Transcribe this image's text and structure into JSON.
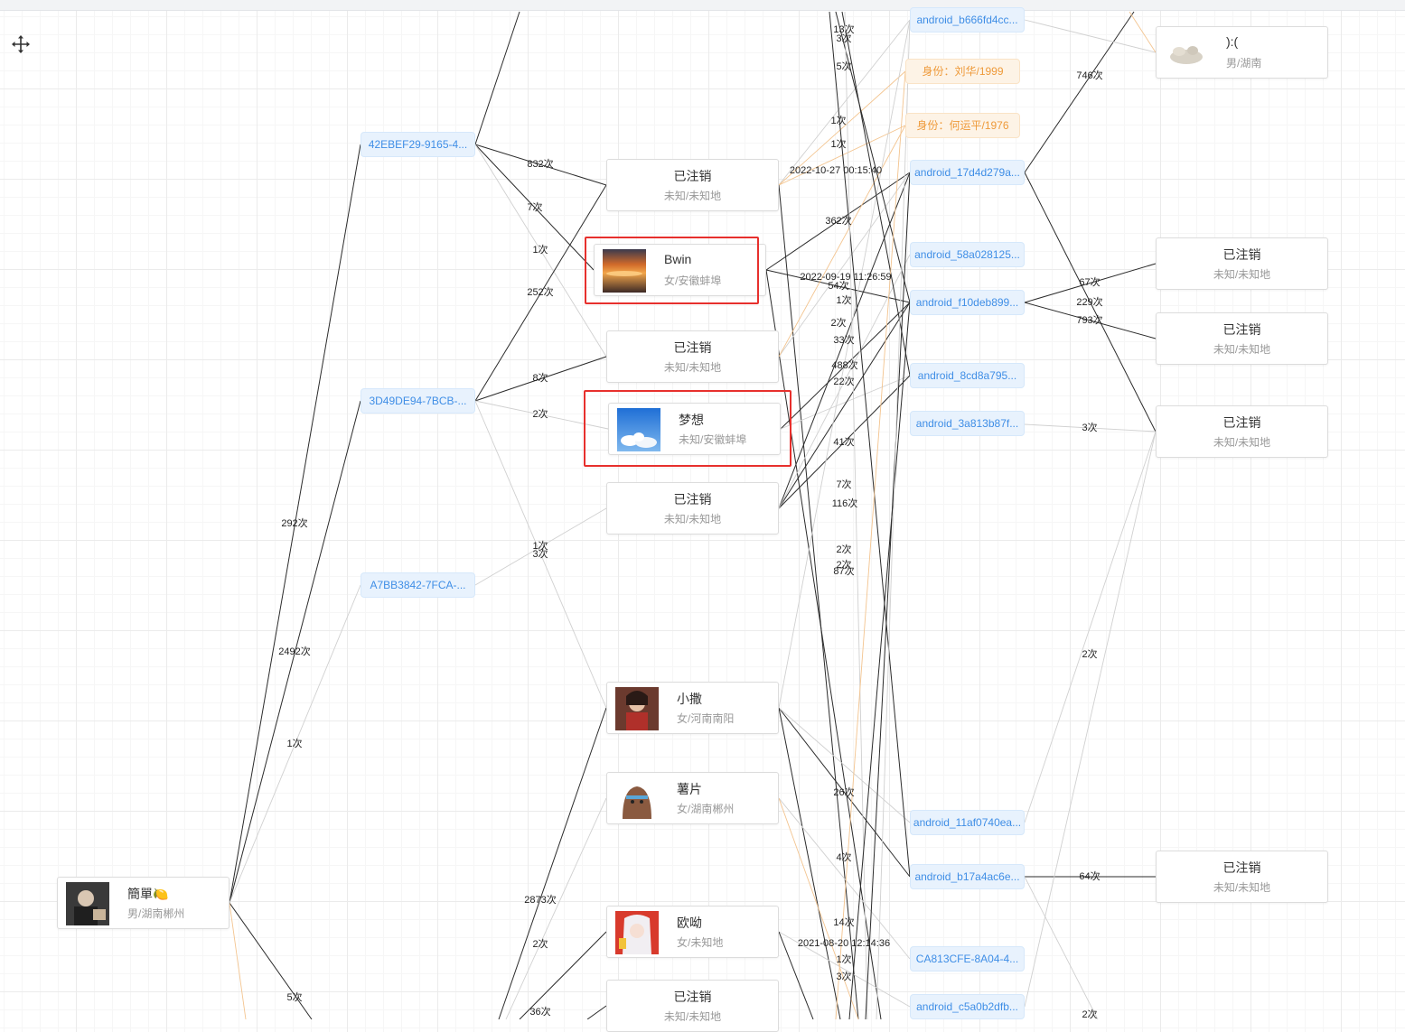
{
  "id_nodes": [
    {
      "key": "id1",
      "label": "42EBEF29-9165-4..."
    },
    {
      "key": "id2",
      "label": "3D49DE94-7BCB-..."
    },
    {
      "key": "id3",
      "label": "A7BB3842-7FCA-..."
    },
    {
      "key": "a1",
      "label": "android_b666fd4cc..."
    },
    {
      "key": "a2",
      "label": "android_17d4d279a..."
    },
    {
      "key": "a3",
      "label": "android_58a028125..."
    },
    {
      "key": "a4",
      "label": "android_f10deb899..."
    },
    {
      "key": "a5",
      "label": "android_8cd8a795..."
    },
    {
      "key": "a6",
      "label": "android_3a813b87f..."
    },
    {
      "key": "a7",
      "label": "android_11af0740ea..."
    },
    {
      "key": "a8",
      "label": "android_b17a4ac6e..."
    },
    {
      "key": "a9",
      "label": "CA813CFE-8A04-4..."
    },
    {
      "key": "a10",
      "label": "android_c5a0b2dfb..."
    }
  ],
  "tag_nodes": [
    {
      "key": "t1",
      "label": "身份：刘华/1999"
    },
    {
      "key": "t2",
      "label": "身份：何运平/1976"
    }
  ],
  "person_nodes": [
    {
      "key": "p0",
      "name": "簡單🍋",
      "sub": "男/湖南郴州",
      "avatar": "photo-man"
    },
    {
      "key": "p1",
      "name": "已注销",
      "sub": "未知/未知地"
    },
    {
      "key": "p2",
      "name": "Bwin",
      "sub": "女/安徽蚌埠",
      "avatar": "sunset-photo"
    },
    {
      "key": "p3",
      "name": "已注销",
      "sub": "未知/未知地"
    },
    {
      "key": "p4",
      "name": "梦想",
      "sub": "未知/安徽蚌埠",
      "avatar": "sky-photo"
    },
    {
      "key": "p5",
      "name": "已注销",
      "sub": "未知/未知地"
    },
    {
      "key": "p6",
      "name": "小撒",
      "sub": "女/河南南阳",
      "avatar": "costume-girl"
    },
    {
      "key": "p7",
      "name": "薯片",
      "sub": "女/湖南郴州",
      "avatar": "bear-cartoon"
    },
    {
      "key": "p8",
      "name": "欧呦",
      "sub": "女/未知地",
      "avatar": "anime-girl"
    },
    {
      "key": "p9",
      "name": "已注销",
      "sub": "未知/未知地"
    },
    {
      "key": "p10",
      "name": "):(",
      "sub": "男/湖南",
      "avatar": "plush-toy"
    },
    {
      "key": "p11",
      "name": "已注销",
      "sub": "未知/未知地"
    },
    {
      "key": "p12",
      "name": "已注销",
      "sub": "未知/未知地"
    },
    {
      "key": "p13",
      "name": "已注销",
      "sub": "未知/未知地"
    },
    {
      "key": "p14",
      "name": "已注销",
      "sub": "未知/未知地"
    }
  ],
  "edge_labels": [
    {
      "key": "e1",
      "text": "292次"
    },
    {
      "key": "e2",
      "text": "2492次"
    },
    {
      "key": "e3",
      "text": "1次"
    },
    {
      "key": "e4",
      "text": "5次"
    },
    {
      "key": "e5",
      "text": "832次"
    },
    {
      "key": "e6",
      "text": "7次"
    },
    {
      "key": "e7",
      "text": "1次"
    },
    {
      "key": "e8",
      "text": "252次"
    },
    {
      "key": "e9",
      "text": "8次"
    },
    {
      "key": "e10",
      "text": "2次"
    },
    {
      "key": "e11",
      "text": "1次"
    },
    {
      "key": "e12",
      "text": "3次"
    },
    {
      "key": "e13",
      "text": "2873次"
    },
    {
      "key": "e14",
      "text": "2次"
    },
    {
      "key": "e15",
      "text": "36次"
    },
    {
      "key": "e16",
      "text": "13次"
    },
    {
      "key": "e17",
      "text": "3次"
    },
    {
      "key": "e18",
      "text": "5次"
    },
    {
      "key": "e19",
      "text": "1次"
    },
    {
      "key": "e20",
      "text": "1次"
    },
    {
      "key": "e21",
      "text": "2022-10-27 00:15:40"
    },
    {
      "key": "e22",
      "text": "362次"
    },
    {
      "key": "e23",
      "text": "2022-09-19 11:26:59"
    },
    {
      "key": "e24",
      "text": "54次"
    },
    {
      "key": "e25",
      "text": "1次"
    },
    {
      "key": "e26",
      "text": "2次"
    },
    {
      "key": "e27",
      "text": "33次"
    },
    {
      "key": "e28",
      "text": "488次"
    },
    {
      "key": "e29",
      "text": "22次"
    },
    {
      "key": "e30",
      "text": "41次"
    },
    {
      "key": "e31",
      "text": "7次"
    },
    {
      "key": "e32",
      "text": "116次"
    },
    {
      "key": "e33",
      "text": "2次"
    },
    {
      "key": "e34",
      "text": "2次"
    },
    {
      "key": "e35",
      "text": "87次"
    },
    {
      "key": "e36",
      "text": "26次"
    },
    {
      "key": "e37",
      "text": "4次"
    },
    {
      "key": "e38",
      "text": "14次"
    },
    {
      "key": "e39",
      "text": "2021-08-20 12:14:36"
    },
    {
      "key": "e40",
      "text": "1次"
    },
    {
      "key": "e41",
      "text": "3次"
    },
    {
      "key": "e42",
      "text": "746次"
    },
    {
      "key": "e43",
      "text": "67次"
    },
    {
      "key": "e44",
      "text": "229次"
    },
    {
      "key": "e45",
      "text": "793次"
    },
    {
      "key": "e46",
      "text": "3次"
    },
    {
      "key": "e47",
      "text": "2次"
    },
    {
      "key": "e48",
      "text": "64次"
    },
    {
      "key": "e49",
      "text": "2次"
    }
  ],
  "highlighted_nodes": [
    "p2",
    "p4"
  ],
  "colors": {
    "strong_edge": "#2b2b2b",
    "weak_edge": "#d0d0d0",
    "tag_edge": "#f3c48f",
    "highlight": "#e7302d",
    "id_text": "#3f8ee6",
    "tag_text": "#ee9a3a"
  }
}
